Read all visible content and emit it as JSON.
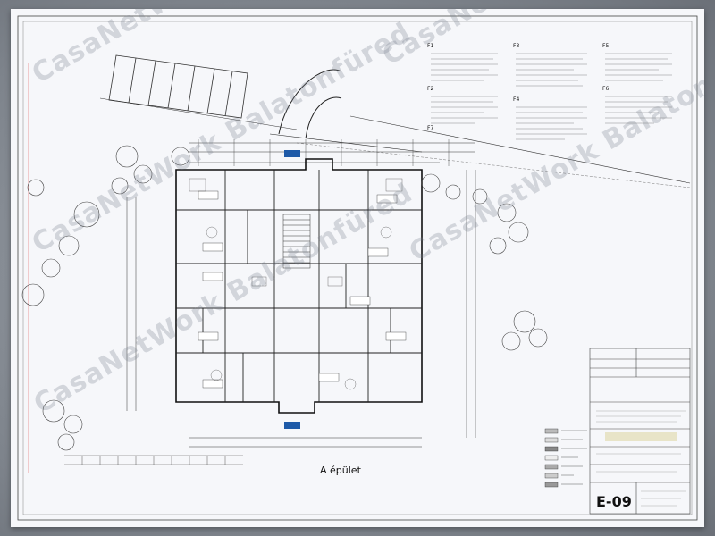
{
  "drawing": {
    "building_label": "A épület",
    "sheet_number": "E-09"
  },
  "watermark": {
    "text_1": "CasaNetWork Balatonfüred",
    "text_2": "CasaNetWork Balatonfüred",
    "text_3": "CasaNetWork Balatonfüred",
    "text_4": "CasaNetWork Balatonfüred",
    "text_5": "CasaNetWork Balatonfüred"
  },
  "colors": {
    "paper": "#f6f7fa",
    "ink": "#2a2d35",
    "accent_blue": "#1e5aa8",
    "watermark": "#8a8fa0"
  },
  "notes": {
    "headers": [
      "F1",
      "F2",
      "F3",
      "F4",
      "F5",
      "F6",
      "F7"
    ]
  }
}
